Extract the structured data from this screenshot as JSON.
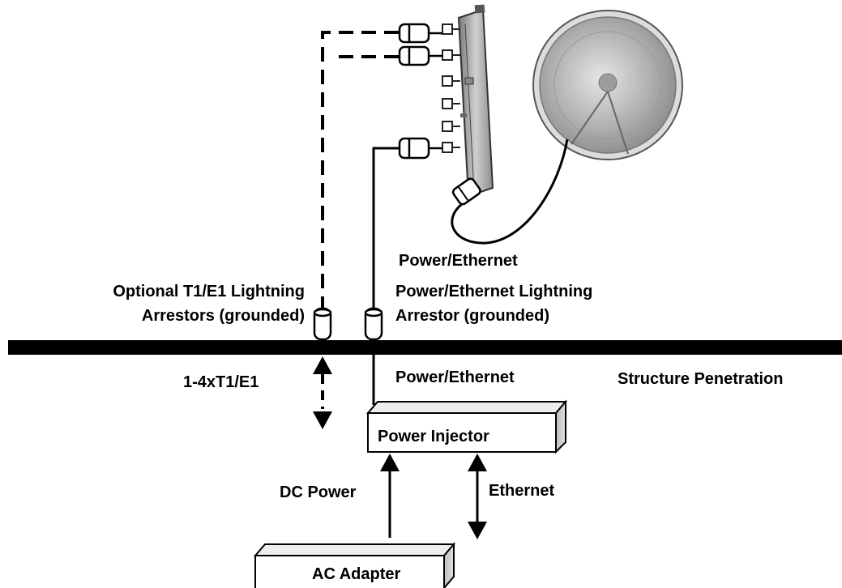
{
  "labels": {
    "power_ethernet_top": "Power/Ethernet",
    "optional_arrestors_line1": "Optional T1/E1 Lightning",
    "optional_arrestors_line2": "Arrestors (grounded)",
    "pe_arrestor_line1": "Power/Ethernet Lightning",
    "pe_arrestor_line2": "Arrestor (grounded)",
    "t1e1_count": "1-4xT1/E1",
    "power_ethernet_mid": "Power/Ethernet",
    "structure_penetration": "Structure Penetration",
    "power_injector": "Power Injector",
    "dc_power": "DC Power",
    "ethernet": "Ethernet",
    "ac_adapter": "AC Adapter"
  },
  "colors": {
    "ink": "#000000",
    "dish_face": "#b5b5b5",
    "dish_rim": "#d8d8d8",
    "box_side": "#c9c9c9",
    "odu_body": "#a8a8a8"
  }
}
